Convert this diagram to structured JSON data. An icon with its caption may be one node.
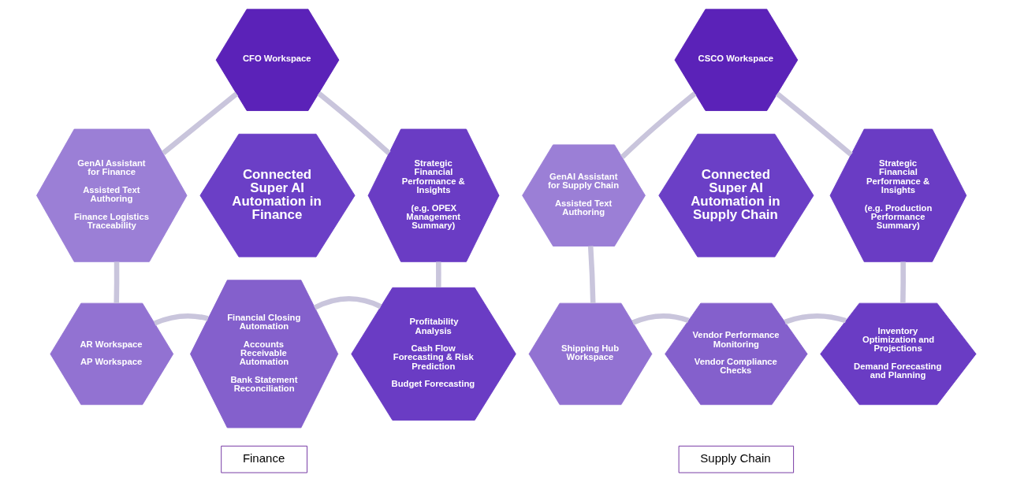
{
  "diagram": {
    "nodes": [
      {
        "text": [
          "CFO Workspace"
        ]
      },
      {
        "text": [
          "GenAI Assistant for Finance",
          "Assisted Text Authoring",
          "Finance Logistics Traceability"
        ]
      },
      {
        "text": [
          "Strategic Financial Performance & Insights",
          "(e.g. OPEX Management Summary)"
        ]
      },
      {
        "text": [
          "Connected Super AI Automation in Finance"
        ]
      },
      {
        "text": [
          "AR Workspace",
          "AP Workspace"
        ]
      },
      {
        "text": [
          "Profitability Analysis",
          "Cash Flow Forecasting & Risk Prediction",
          "Budget Forecasting"
        ]
      },
      {
        "text": [
          "Financial Closing Automation",
          "Accounts Receivable Automation",
          "Bank Statement Reconciliation"
        ]
      },
      {
        "text": [
          "Finance"
        ]
      },
      {
        "text": [
          "CSCO Workspace"
        ]
      },
      {
        "text": [
          "GenAI Assistant for Supply Chain",
          "Assisted Text Authoring"
        ]
      },
      {
        "text": [
          "Strategic Financial Performance & Insights",
          "(e.g. Production Performance Summary)"
        ]
      },
      {
        "text": [
          "Connected Super AI Automation in Supply Chain"
        ]
      },
      {
        "text": [
          "Shipping Hub Workspace"
        ]
      },
      {
        "text": [
          "Inventory Optimization and Projections",
          "Demand Forecasting and Planning"
        ]
      },
      {
        "text": [
          "Vendor Performance Monitoring",
          "Vendor Compliance Checks"
        ]
      },
      {
        "text": [
          "Supply Chain"
        ]
      }
    ],
    "edges": [
      {
        "from": 0,
        "to": 2,
        "arrow": "none"
      },
      {
        "from": 2,
        "to": 5,
        "arrow": "none"
      },
      {
        "from": 5,
        "to": 6,
        "arrow": "none"
      },
      {
        "from": 6,
        "to": 4,
        "arrow": "none"
      },
      {
        "from": 4,
        "to": 1,
        "arrow": "none"
      },
      {
        "from": 1,
        "to": 0,
        "arrow": "none"
      },
      {
        "from": 8,
        "to": 10,
        "arrow": "none"
      },
      {
        "from": 10,
        "to": 13,
        "arrow": "none"
      },
      {
        "from": 13,
        "to": 14,
        "arrow": "none"
      },
      {
        "from": 14,
        "to": 12,
        "arrow": "none"
      },
      {
        "from": 12,
        "to": 9,
        "arrow": "none"
      },
      {
        "from": 9,
        "to": 8,
        "arrow": "none"
      }
    ]
  }
}
